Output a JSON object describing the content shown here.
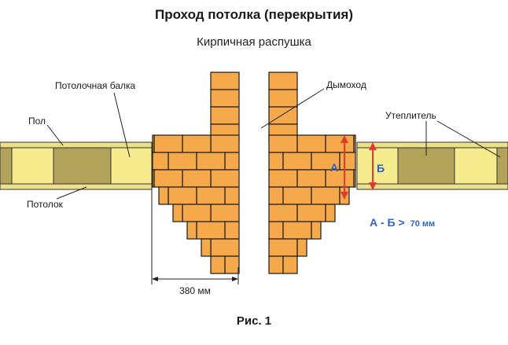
{
  "title": "Проход потолка (перекрытия)",
  "subtitle": "Кирпичная распушка",
  "labels": {
    "beam": "Потолочная балка",
    "floor": "Пол",
    "ceiling": "Потолок",
    "chimney": "Дымоход",
    "insulation": "Утеплитель"
  },
  "dimension": "380 мм",
  "markers": {
    "a": "А",
    "b": "Б"
  },
  "formula": {
    "lhs": "А - Б >",
    "value": "70 мм"
  },
  "caption": "Рис. 1",
  "colors": {
    "brick": "#f5a94a",
    "mortar": "#1a1a1a",
    "insulation": "#f6ec8e",
    "beam": "#b3a35a",
    "layer": "#ece18a",
    "arrow": "#e23a2f",
    "formula": "#2f63c4"
  }
}
